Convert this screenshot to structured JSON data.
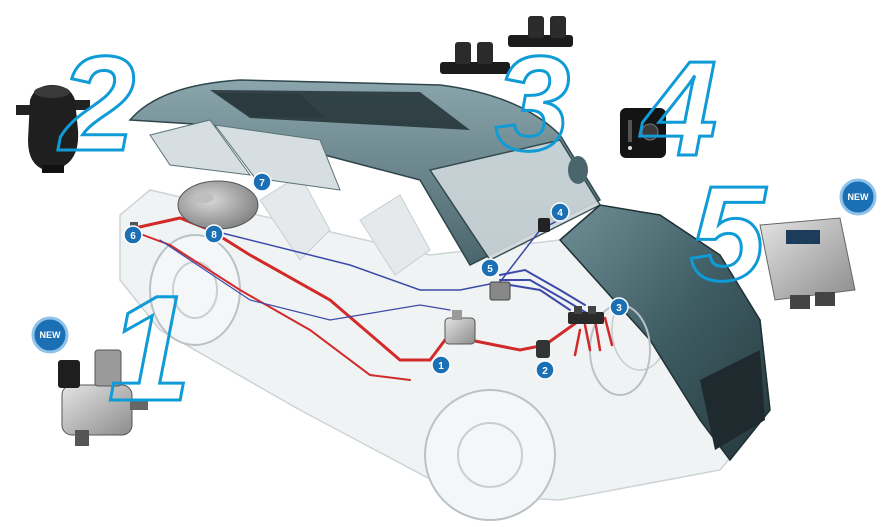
{
  "colors": {
    "accent": "#1a6fb5",
    "outline": "#0f9bd6",
    "pipe_red": "#d22a2a",
    "pipe_blue": "#3b4aa8",
    "body_teal": "#4f6f76",
    "glass": "#dfe6ea"
  },
  "components": [
    {
      "id": "1",
      "big_number": "1",
      "marker": "1",
      "badge": "NEW",
      "icon": "reducer-icon"
    },
    {
      "id": "2",
      "big_number": "2",
      "marker": "2",
      "badge": "",
      "icon": "gas-filter-icon"
    },
    {
      "id": "3",
      "big_number": "3",
      "marker": "3",
      "badge": "",
      "icon": "injector-rail-icon"
    },
    {
      "id": "4",
      "big_number": "4",
      "marker": "4",
      "badge": "",
      "icon": "switch-panel-icon"
    },
    {
      "id": "5",
      "big_number": "5",
      "marker": "5",
      "badge": "NEW",
      "icon": "ecu-module-icon"
    },
    {
      "id": "6",
      "big_number": "",
      "marker": "6",
      "badge": "",
      "icon": ""
    },
    {
      "id": "7",
      "big_number": "",
      "marker": "7",
      "badge": "",
      "icon": ""
    },
    {
      "id": "8",
      "big_number": "",
      "marker": "8",
      "badge": "",
      "icon": ""
    }
  ]
}
